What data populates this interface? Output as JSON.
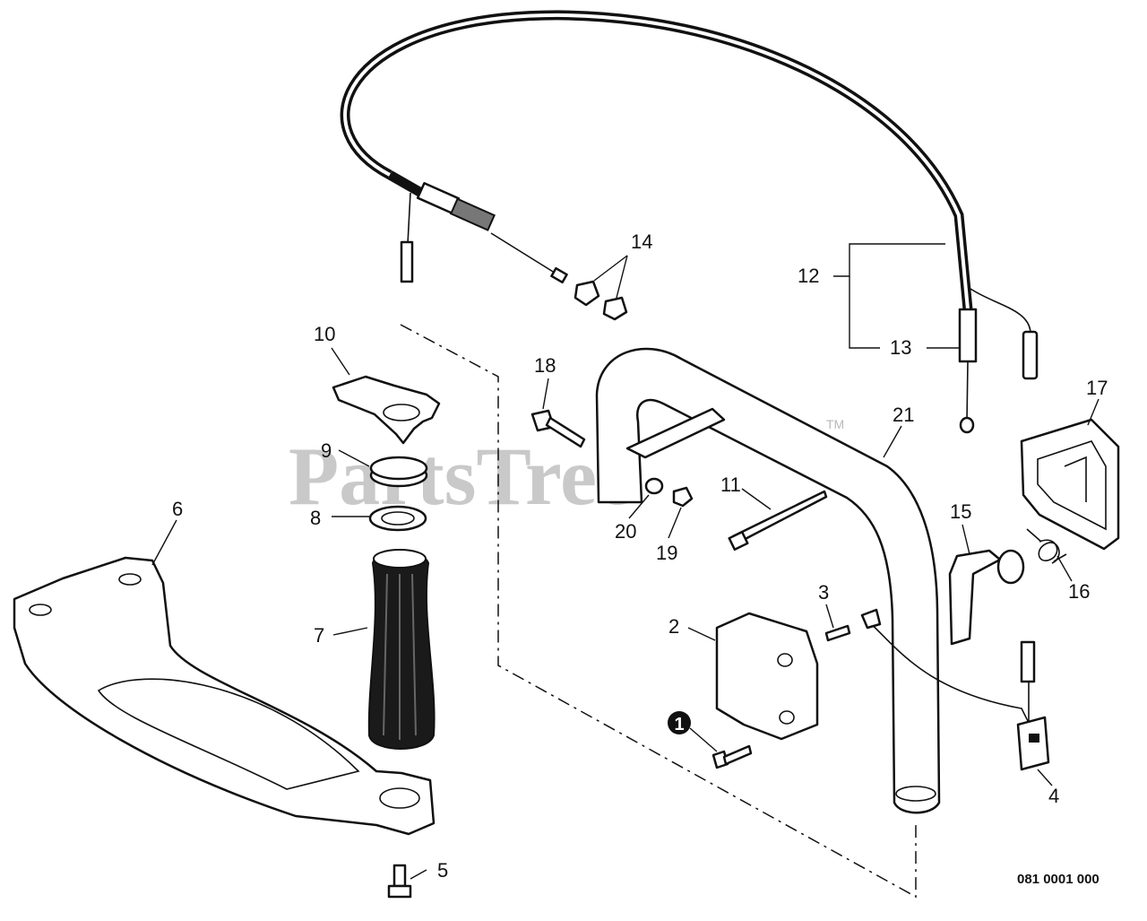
{
  "watermark": "PartsTree",
  "watermark_tm": "TM",
  "figure_code": "081 0001 000",
  "callouts": {
    "c1": "1",
    "c2": "2",
    "c3": "3",
    "c4": "4",
    "c5": "5",
    "c6": "6",
    "c7": "7",
    "c8": "8",
    "c9": "9",
    "c10": "10",
    "c11": "11",
    "c12": "12",
    "c13": "13",
    "c14": "14",
    "c15": "15",
    "c16": "16",
    "c17": "17",
    "c18": "18",
    "c19": "19",
    "c20": "20",
    "c21": "21"
  }
}
